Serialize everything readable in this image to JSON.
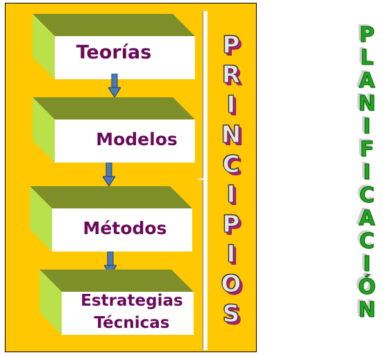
{
  "diagram": {
    "steps": [
      {
        "label": "Teorías"
      },
      {
        "label": "Modelos"
      },
      {
        "label": "Métodos"
      },
      {
        "label_line1": "Estrategias",
        "label_line2": "Técnicas"
      }
    ],
    "principios": [
      "P",
      "R",
      "I",
      "N",
      "C",
      "I",
      "P",
      "I",
      "O",
      "S"
    ],
    "planificacion": [
      "P",
      "L",
      "A",
      "N",
      "I",
      "F",
      "I",
      "C",
      "A",
      "C",
      "I",
      "Ó",
      "N"
    ]
  },
  "colors": {
    "panel": "#ffc800",
    "box_top": "#7e8f2a",
    "box_side": "#b9e24a",
    "box_front": "#ffffff",
    "label": "#6a0a5a",
    "arrow": "#4a7ab8",
    "principios_shadow": "#b0207a",
    "planificacion": "#1ea81e"
  }
}
